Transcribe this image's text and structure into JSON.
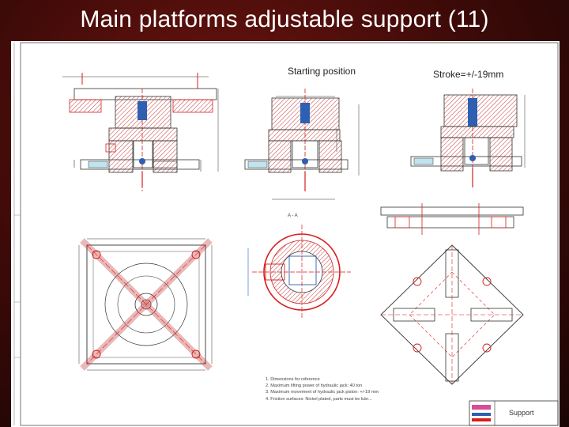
{
  "slide": {
    "title": "Main platforms adjustable support (11)"
  },
  "drawing": {
    "label_starting_position": "Starting position",
    "label_stroke": "Stroke=+/-19mm",
    "section_label": "A - A",
    "notes": [
      "1. Dimensions for reference",
      "2. Maximum lifting power of hydraulic jack: 40 ton",
      "3. Maximum movement of hydraulic jack piston: +/-19 mm",
      "4. Friction surfaces: Nickel plated, parts must be lubr..."
    ],
    "title_block_name": "Support",
    "colors": {
      "background": "#4a0e0a",
      "sheet": "#ffffff",
      "line_red": "#d81e1e",
      "line_dark": "#333333",
      "hatch": "#c23a3a"
    }
  }
}
